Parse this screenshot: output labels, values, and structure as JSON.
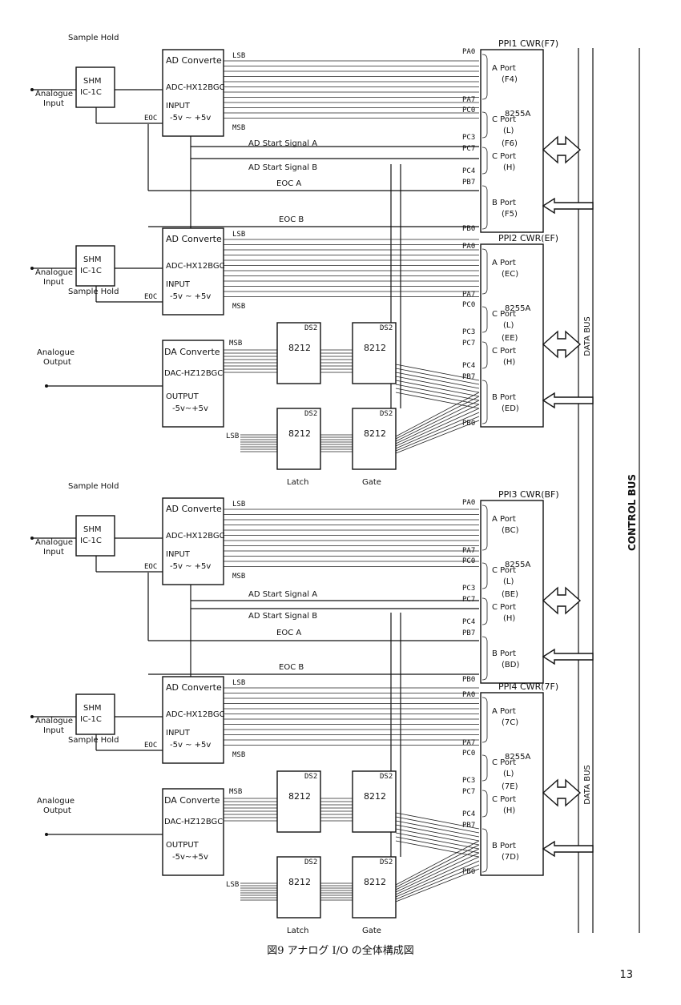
{
  "caption": "図9 アナログ I/O の全体構成図",
  "page_number": "13",
  "bus_labels": {
    "control": "CONTROL BUS",
    "data": "DATA BUS"
  },
  "common": {
    "sample_hold": "Sample Hold",
    "shm": "SHM",
    "shm_ic": "IC-1C",
    "analogue_input": [
      "Analogue",
      "Input"
    ],
    "analogue_output": [
      "Analogue",
      "Output"
    ],
    "adc_title": "AD Converte",
    "adc_part": "ADC-HX12BGC",
    "adc_input": "INPUT",
    "adc_range": "-5v ~ +5v",
    "dac_title": "DA Converte",
    "dac_part": "DAC-HZ12BGC",
    "dac_output": "OUTPUT",
    "dac_range": "-5v~+5v",
    "lsb": "LSB",
    "msb": "MSB",
    "eoc": "EOC",
    "ds2": "DS2",
    "chip_8212": "8212",
    "latch": "Latch",
    "gate": "Gate",
    "ad_start_a": "AD Start Signal A",
    "ad_start_b": "AD Start Signal B",
    "eoc_a": "EOC A",
    "eoc_b": "EOC B",
    "chip_8255": "8255A",
    "a_port": "A Port",
    "c_port": "C Port",
    "b_port": "B Port",
    "l": "(L)",
    "h": "(H)",
    "pins": [
      "PA0",
      "PA7",
      "PC0",
      "PC3",
      "PC7",
      "PC4",
      "PB7",
      "PB0"
    ]
  },
  "ppis": [
    {
      "title": "PPI1 CWR(F7)",
      "a_addr": "(F4)",
      "c_addr": "(F6)",
      "b_addr": "(F5)"
    },
    {
      "title": "PPI2 CWR(EF)",
      "a_addr": "(EC)",
      "c_addr": "(EE)",
      "b_addr": "(ED)"
    },
    {
      "title": "PPI3 CWR(BF)",
      "a_addr": "(BC)",
      "c_addr": "(BE)",
      "b_addr": "(BD)"
    },
    {
      "title": "PPI4 CWR(7F)",
      "a_addr": "(7C)",
      "c_addr": "(7E)",
      "b_addr": "(7D)"
    }
  ]
}
